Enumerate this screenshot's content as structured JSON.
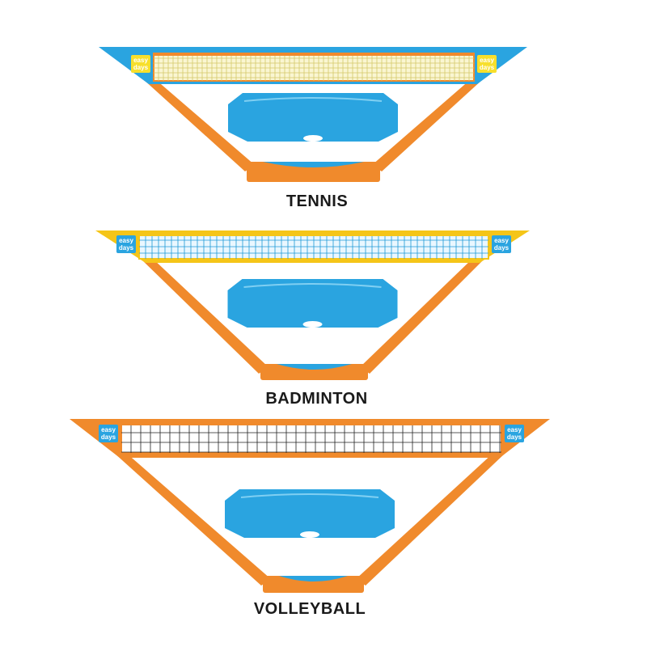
{
  "configurations": [
    {
      "label": "TENNIS",
      "colors": {
        "frame_flag": "#2aa4e0",
        "frame_legs": "#f08a2c",
        "net_mesh": "#d4c86a",
        "net_fill": "#faf6d2",
        "net_border": "#f08a2c",
        "logo_bg": "#f7df2c",
        "base": "#f08a2c",
        "bag": "#2aa4e0"
      }
    },
    {
      "label": "BADMINTON",
      "colors": {
        "frame_flag": "#f5c518",
        "frame_legs": "#f08a2c",
        "net_mesh": "#1f9ad6",
        "net_fill": "#eaf7ff",
        "net_border": "#f5c518",
        "logo_bg": "#2aa4e0",
        "base": "#f08a2c",
        "bag": "#2aa4e0"
      }
    },
    {
      "label": "VOLLEYBALL",
      "colors": {
        "frame_flag": "#f08a2c",
        "frame_legs": "#f08a2c",
        "net_mesh": "#222222",
        "net_fill": "#ffffff",
        "net_border": "#f08a2c",
        "logo_bg": "#2aa4e0",
        "base": "#f08a2c",
        "bag": "#2aa4e0"
      }
    }
  ],
  "logo": {
    "line1": "easy",
    "line2": "days"
  },
  "icons": [
    "net-frame-icon",
    "carry-bag-icon",
    "brand-logo-icon"
  ]
}
